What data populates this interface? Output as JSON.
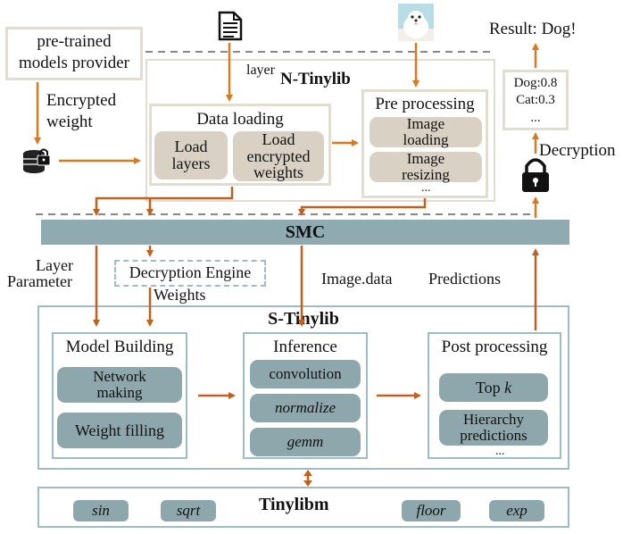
{
  "provider": {
    "line1": "pre-trained",
    "line2": "models provider"
  },
  "encrypted_weight": {
    "line1": "Encrypted",
    "line2": "weight"
  },
  "ntinylib": {
    "prefix": "layer",
    "title": "N-Tinylib"
  },
  "data_loading": {
    "title": "Data loading",
    "load_layers": [
      "Load",
      "layers"
    ],
    "load_encrypted": [
      "Load",
      "encrypted",
      "weights"
    ]
  },
  "pre_processing": {
    "title": "Pre processing",
    "image_loading": [
      "Image",
      "loading"
    ],
    "image_resizing": [
      "Image",
      "resizing"
    ],
    "ellipsis": "..."
  },
  "result": "Result: Dog!",
  "predictions_box": {
    "dog": "Dog:0.8",
    "cat": "Cat:0.3",
    "ellipsis": "..."
  },
  "decryption": "Decryption",
  "smc": "SMC",
  "layer_parameter": {
    "line1": "Layer",
    "line2": "Parameter"
  },
  "decryption_engine": "Decryption Engine",
  "weights": "Weights",
  "image_data": "Image.data",
  "predictions_label": "Predictions",
  "stinylib": "S-Tinylib",
  "model_building": {
    "title": "Model Building",
    "network_making": [
      "Network",
      "making"
    ],
    "weight_filling": "Weight filling"
  },
  "inference": {
    "title": "Inference",
    "items": [
      "convolution",
      "normalize",
      "gemm"
    ]
  },
  "post_processing": {
    "title": "Post processing",
    "topk_prefix": "Top ",
    "topk_var": "k",
    "hierarchy": [
      "Hierarchy",
      "predictions"
    ],
    "ellipsis": "..."
  },
  "tinylibm": {
    "title": "Tinylibm",
    "funcs": [
      "sin",
      "sqrt",
      "floor",
      "exp"
    ]
  },
  "colors": {
    "arrow": "#d97a1f",
    "dark_arrow": "#c2611e",
    "teal": "#8ea7ad",
    "smc_bar": "#90aab1",
    "beige": "#d9d1c4"
  }
}
